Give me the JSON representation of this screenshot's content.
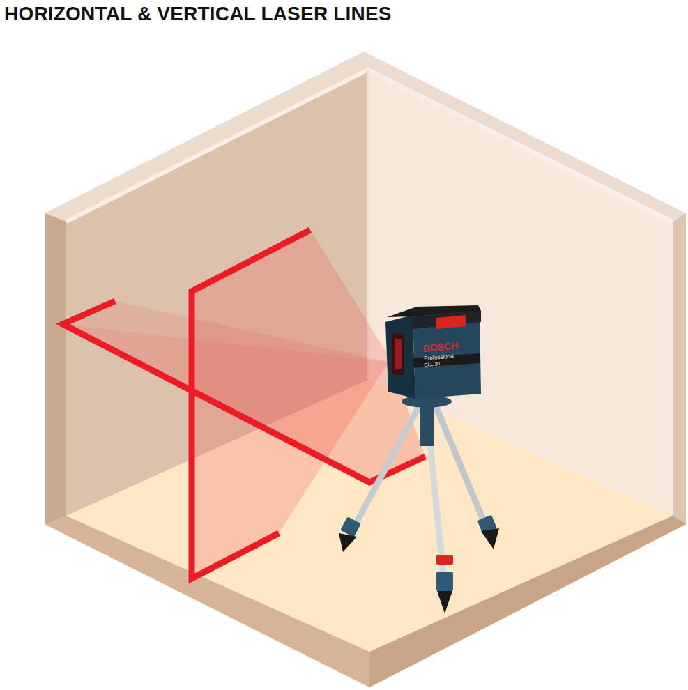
{
  "diagram": {
    "title": "HORIZONTAL & VERTICAL LASER LINES",
    "labels": [
      "BOSCH",
      "Professional",
      "GLL 30"
    ]
  }
}
